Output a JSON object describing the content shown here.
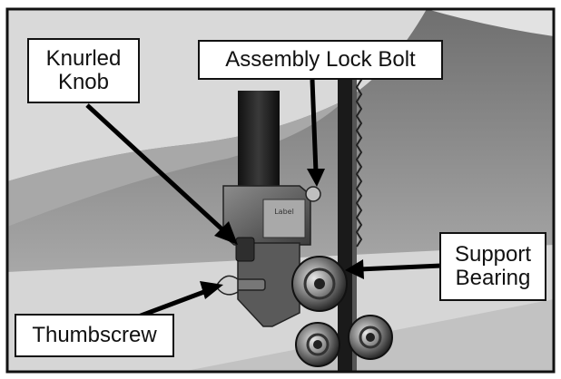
{
  "figure": {
    "callouts": {
      "knurled_knob": "Knurled\nKnob",
      "assembly_lock_bolt": "Assembly Lock Bolt",
      "support_bearing": "Support\nBearing",
      "thumbscrew": "Thumbscrew"
    },
    "housing_label": "Label"
  },
  "colors": {
    "frame": "#111111",
    "background": "#ffffff",
    "arrow": "#000000",
    "metal_dark": "#3a3a3a",
    "metal_light": "#9a9a9a"
  }
}
